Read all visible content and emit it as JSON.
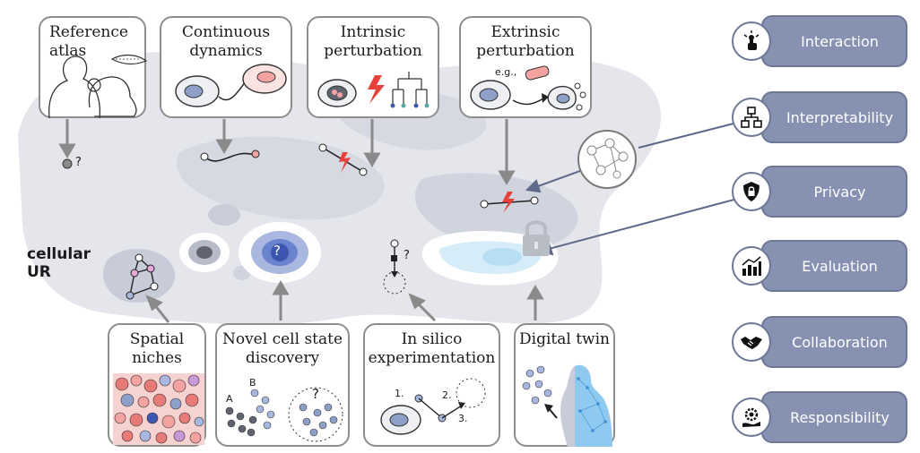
{
  "center_label": "cellular\nUR",
  "top_boxes": [
    {
      "title": "Reference\natlas"
    },
    {
      "title": "Continuous\ndynamics"
    },
    {
      "title": "Intrinsic\nperturbation"
    },
    {
      "title": "Extrinsic\nperturbation",
      "note": "e.g.,"
    }
  ],
  "bottom_boxes": [
    {
      "title": "Spatial\nniches"
    },
    {
      "title": "Novel cell state\ndiscovery",
      "labels": [
        "A",
        "B"
      ]
    },
    {
      "title": "In silico\nexperimentation",
      "steps": [
        "1.",
        "2.",
        "3."
      ]
    },
    {
      "title": "Digital twin"
    }
  ],
  "question_marks": [
    "?",
    "?",
    "?",
    "?"
  ],
  "pillars": [
    {
      "label": "Interaction",
      "icon": "pointer-touch-icon"
    },
    {
      "label": "Interpretability",
      "icon": "hierarchy-icon"
    },
    {
      "label": "Privacy",
      "icon": "shield-lock-icon"
    },
    {
      "label": "Evaluation",
      "icon": "bar-chart-icon"
    },
    {
      "label": "Collaboration",
      "icon": "handshake-icon"
    },
    {
      "label": "Responsibility",
      "icon": "gear-hand-icon"
    }
  ],
  "colors": {
    "landscape": "#e4e6ec",
    "contour": "#cfd3dc",
    "pillar": "#8792b2",
    "accent_red": "#e8403a",
    "cell_blue": "#8fa0c8",
    "novel_blue": "#3d57b0"
  }
}
